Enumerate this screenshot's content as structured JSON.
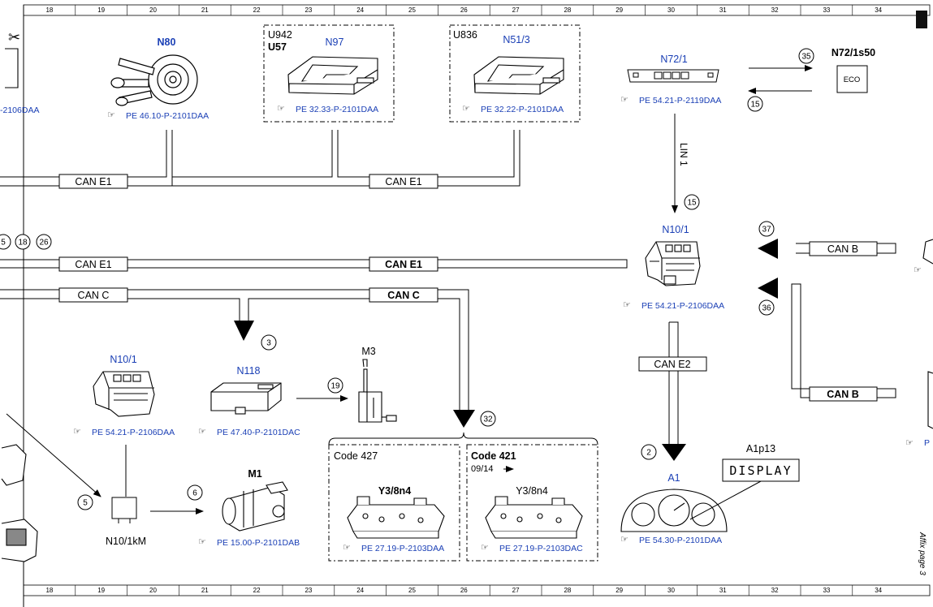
{
  "grid": {
    "columns": [
      "18",
      "19",
      "20",
      "21",
      "22",
      "23",
      "24",
      "25",
      "26",
      "27",
      "28",
      "29",
      "30",
      "31",
      "32",
      "33",
      "34"
    ]
  },
  "components": {
    "n80": {
      "label": "N80",
      "ref": "PE 46.10-P-2101DAA"
    },
    "n97": {
      "codes": [
        "U942",
        "U57"
      ],
      "label": "N97",
      "ref": "PE 32.33-P-2101DAA"
    },
    "n51_3": {
      "code": "U836",
      "label": "N51/3",
      "ref": "PE 32.22-P-2101DAA"
    },
    "n72_1": {
      "label": "N72/1",
      "ref": "PE 54.21-P-2119DAA"
    },
    "n72_1s50": {
      "label": "N72/1s50",
      "button": "ECO"
    },
    "n10_1_right": {
      "label": "N10/1",
      "ref": "PE 54.21-P-2106DAA"
    },
    "n10_1_left": {
      "label": "N10/1",
      "ref": "PE 54.21-P-2106DAA"
    },
    "n118": {
      "label": "N118",
      "ref": "PE 47.40-P-2101DAC"
    },
    "m3": {
      "label": "M3"
    },
    "m1": {
      "label": "M1",
      "ref": "PE 15.00-P-2101DAB"
    },
    "n10_1km": {
      "label": "N10/1kM"
    },
    "code427": {
      "title": "Code 427",
      "label": "Y3/8n4",
      "ref": "PE 27.19-P-2103DAA"
    },
    "code421": {
      "title": "Code 421",
      "date": "09/14",
      "label": "Y3/8n4",
      "ref": "PE 27.19-P-2103DAC"
    },
    "a1": {
      "label": "A1",
      "ref": "PE 54.30-P-2101DAA"
    },
    "a1p13": {
      "label": "A1p13",
      "display": "DISPLAY"
    },
    "left_partial_ref": "-2106DAA",
    "right_partial_ref": "P"
  },
  "buses": {
    "can_e1": "CAN E1",
    "can_c": "CAN C",
    "can_b": "CAN B",
    "can_e2": "CAN E2",
    "lin1": "LIN 1"
  },
  "callouts": [
    "35",
    "15",
    "15",
    "37",
    "36",
    "3",
    "19",
    "32",
    "2",
    "5",
    "6",
    "18",
    "26",
    "5"
  ],
  "side_note": "Affix page 3"
}
